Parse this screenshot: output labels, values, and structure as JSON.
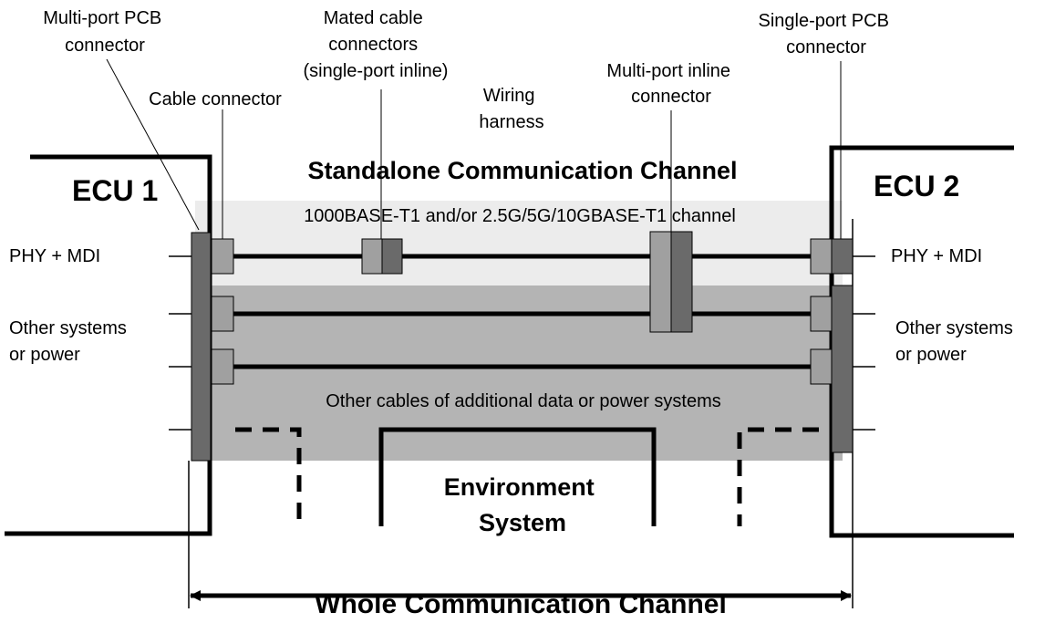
{
  "labels": {
    "multi_port_pcb": [
      "Multi-port PCB",
      "connector"
    ],
    "mated_cable": [
      "Mated cable",
      "connectors",
      "(single-port inline)"
    ],
    "cable_connector": "Cable connector",
    "wiring_harness": [
      "Wiring",
      "harness"
    ],
    "multi_port_inline": [
      "Multi-port inline",
      "connector"
    ],
    "single_port_pcb": [
      "Single-port PCB",
      "connector"
    ],
    "standalone_channel": "Standalone Communication Channel",
    "ecu1": "ECU 1",
    "ecu2": "ECU 2",
    "t1_channel": "1000BASE-T1 and/or 2.5G/5G/10GBASE-T1 channel",
    "phy_mdi_left": "PHY + MDI",
    "phy_mdi_right": "PHY + MDI",
    "other_systems_left": [
      "Other systems",
      "or power"
    ],
    "other_systems_right": [
      "Other systems",
      "or power"
    ],
    "other_cables": "Other cables of additional data or power systems",
    "environment": [
      "Environment",
      "System"
    ],
    "whole_channel": "Whole Communication Channel"
  },
  "colors": {
    "light_band": "#ececec",
    "dark_band": "#b4b4b4",
    "connector_light": "#a0a0a0",
    "connector_dark": "#6a6a6a",
    "line": "#000000"
  }
}
